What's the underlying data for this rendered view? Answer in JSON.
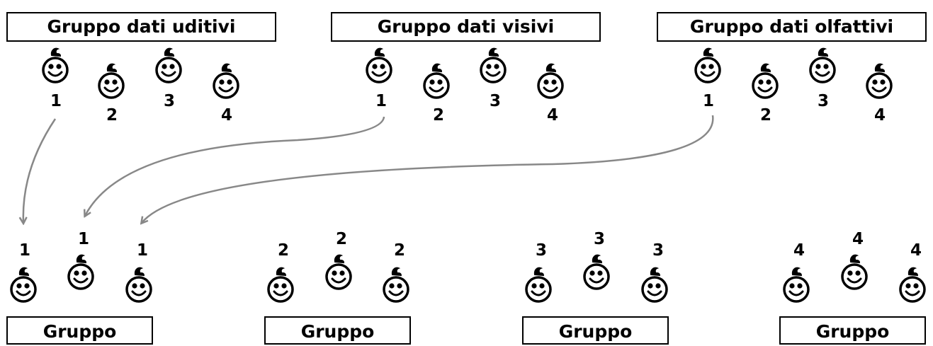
{
  "groups_top": [
    {
      "label": "Gruppo dati uditivi",
      "members": [
        "1",
        "2",
        "3",
        "4"
      ]
    },
    {
      "label": "Gruppo dati visivi",
      "members": [
        "1",
        "2",
        "3",
        "4"
      ]
    },
    {
      "label": "Gruppo dati olfattivi",
      "members": [
        "1",
        "2",
        "3",
        "4"
      ]
    }
  ],
  "groups_bottom": [
    {
      "label": "Gruppo",
      "members": [
        "1",
        "1",
        "1"
      ]
    },
    {
      "label": "Gruppo",
      "members": [
        "2",
        "2",
        "2"
      ]
    },
    {
      "label": "Gruppo",
      "members": [
        "3",
        "3",
        "3"
      ]
    },
    {
      "label": "Gruppo",
      "members": [
        "4",
        "4",
        "4"
      ]
    }
  ],
  "colors": {
    "arrow": "#888888",
    "outline": "#000000"
  },
  "icon": "child-face-icon"
}
